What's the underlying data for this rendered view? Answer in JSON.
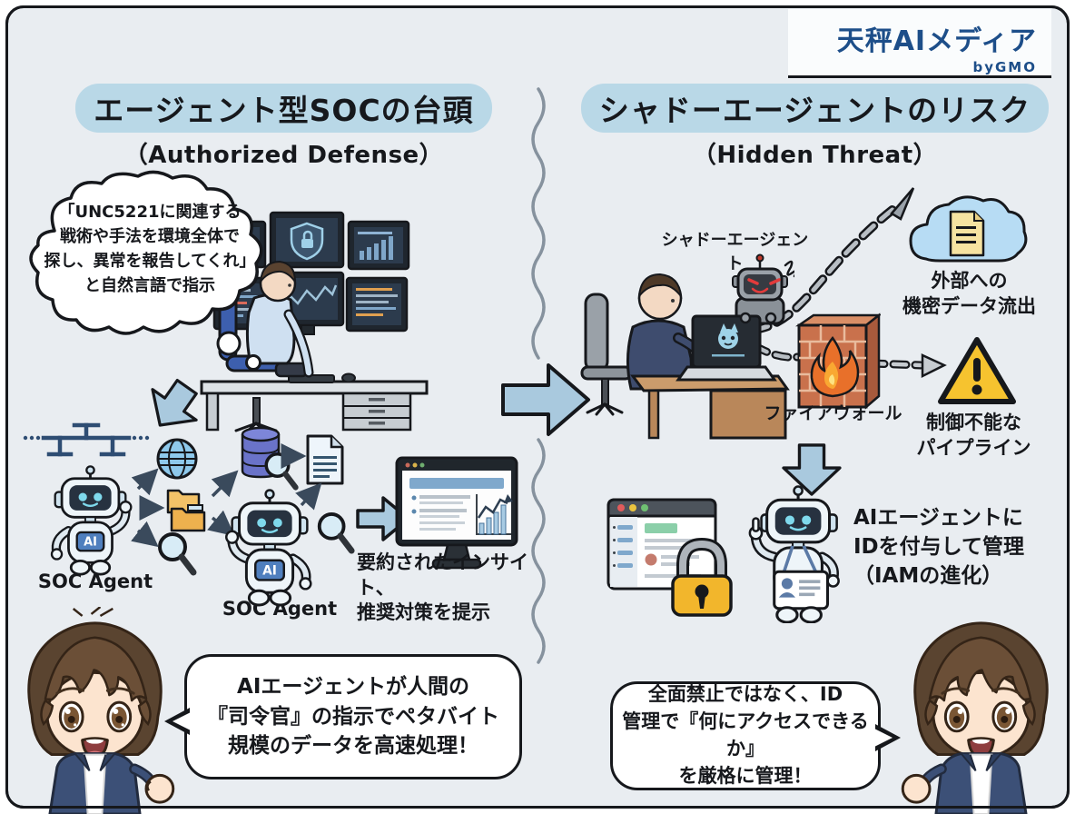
{
  "logo": {
    "title": "天秤AIメディア",
    "byline": "byGMO"
  },
  "left_section": {
    "title": "エージェント型SOCの台頭",
    "subtitle": "（Authorized Defense）",
    "thought_bubble": [
      "「UNC5221に関連する",
      "戦術や手法を環境全体で",
      "探し、異常を報告してくれ」",
      "と自然言語で指示"
    ],
    "agent_label_1": "SOC Agent",
    "agent_label_2": "SOC Agent",
    "agent_badge": "AI",
    "insight_caption": [
      "要約されたインサイト、",
      "推奨対策を提示"
    ],
    "speech_bubble": [
      "AIエージェントが人間の",
      "『司令官』の指示でペタバイト",
      "規模のデータを高速処理！"
    ]
  },
  "right_section": {
    "title": "シャドーエージェントのリスク",
    "subtitle": "（Hidden Threat）",
    "shadow_agent_label": "シャドーエージェント",
    "exfiltration_caption": [
      "外部への",
      "機密データ流出"
    ],
    "firewall_label": "ファイアウォール",
    "pipeline_caption": [
      "制御不能な",
      "パイプライン"
    ],
    "iam_caption": [
      "AIエージェントに",
      "IDを付与して管理",
      "（IAMの進化）"
    ],
    "speech_bubble": [
      "全面禁止ではなく、ID",
      "管理で『何にアクセスできるか』",
      "を厳格に管理！"
    ]
  },
  "colors": {
    "background": "#e9edf1",
    "outline": "#16181c",
    "title_highlight": "#b9d8e7",
    "logo_navy": "#1d4e89",
    "arrow_blue": "#a9c9de",
    "warning_yellow": "#f6c32f",
    "lock_yellow": "#f2b62c",
    "brick": "#c9714c",
    "cloud_blue": "#b7dcf4"
  }
}
